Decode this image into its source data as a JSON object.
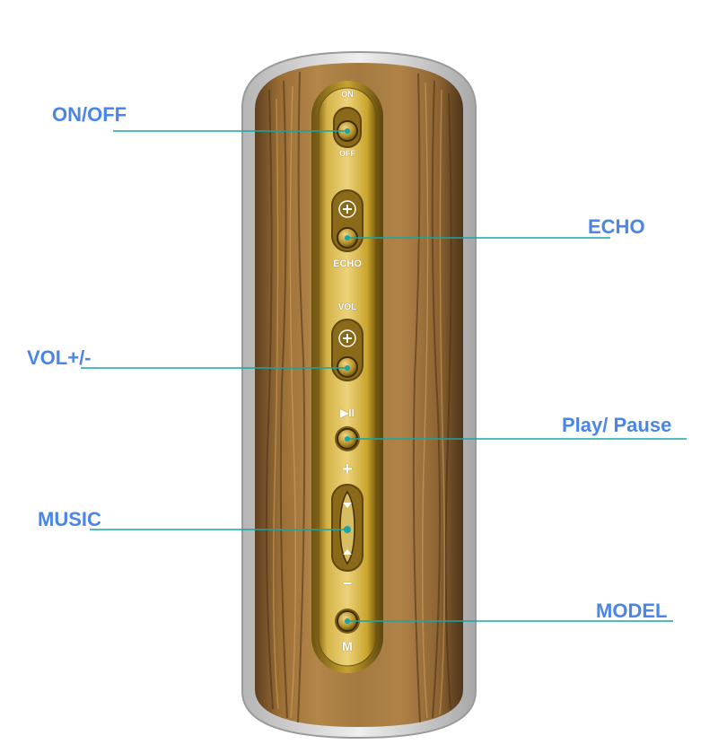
{
  "title": "",
  "callouts": {
    "on_off": "ON/OFF",
    "echo": "ECHO",
    "vol": "VOL+/-",
    "play_pause": "Play/ Pause",
    "music": "MUSIC",
    "model": "MODEL"
  },
  "panel": {
    "on": "ON",
    "off": "OFF",
    "echo": "ECHO",
    "vol": "VOL",
    "plus": "+",
    "minus": "−",
    "play_symbol": "▶II",
    "mode": "M"
  },
  "colors": {
    "label_text": "#4a86e8",
    "callout_line": "#16a6a6",
    "wood": "#9a6e35",
    "gold_panel": "#c9a42c",
    "casing": "#d6d6d6"
  }
}
